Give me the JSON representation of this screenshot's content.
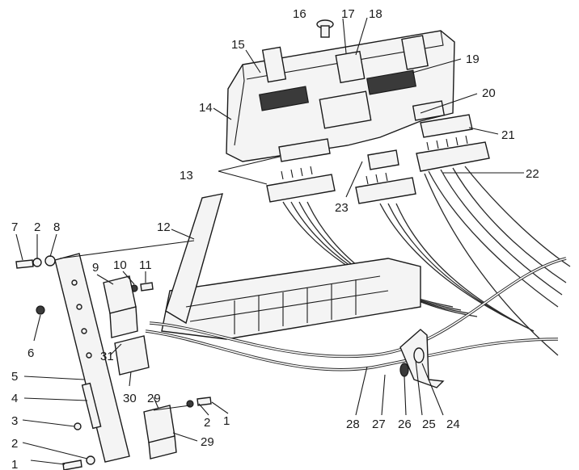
{
  "diagram": {
    "callouts": [
      {
        "id": "c1a",
        "text": "1"
      },
      {
        "id": "c1b",
        "text": "1"
      },
      {
        "id": "c2a",
        "text": "2"
      },
      {
        "id": "c2b",
        "text": "2"
      },
      {
        "id": "c2c",
        "text": "2"
      },
      {
        "id": "c3",
        "text": "3"
      },
      {
        "id": "c4",
        "text": "4"
      },
      {
        "id": "c5",
        "text": "5"
      },
      {
        "id": "c6",
        "text": "6"
      },
      {
        "id": "c7",
        "text": "7"
      },
      {
        "id": "c8",
        "text": "8"
      },
      {
        "id": "c9",
        "text": "9"
      },
      {
        "id": "c10",
        "text": "10"
      },
      {
        "id": "c11",
        "text": "11"
      },
      {
        "id": "c12",
        "text": "12"
      },
      {
        "id": "c13",
        "text": "13"
      },
      {
        "id": "c14",
        "text": "14"
      },
      {
        "id": "c15",
        "text": "15"
      },
      {
        "id": "c16",
        "text": "16"
      },
      {
        "id": "c17",
        "text": "17"
      },
      {
        "id": "c18",
        "text": "18"
      },
      {
        "id": "c19",
        "text": "19"
      },
      {
        "id": "c20",
        "text": "20"
      },
      {
        "id": "c21",
        "text": "21"
      },
      {
        "id": "c22",
        "text": "22"
      },
      {
        "id": "c23",
        "text": "23"
      },
      {
        "id": "c24",
        "text": "24"
      },
      {
        "id": "c25",
        "text": "25"
      },
      {
        "id": "c26",
        "text": "26"
      },
      {
        "id": "c27",
        "text": "27"
      },
      {
        "id": "c28",
        "text": "28"
      },
      {
        "id": "c29a",
        "text": "29"
      },
      {
        "id": "c29b",
        "text": "29"
      },
      {
        "id": "c30",
        "text": "30"
      },
      {
        "id": "c31",
        "text": "31"
      }
    ]
  }
}
